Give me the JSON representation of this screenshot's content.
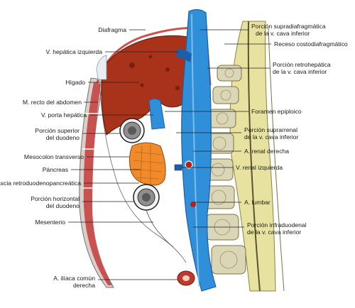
{
  "labels": {
    "diafragma": "Diafragma",
    "vena_hepatica_izquierda": "V. hepática izquierda",
    "higado": "Hígado",
    "recto_abdomen": "M. recto del abdomen",
    "porta_hepatica": "V. porta hepática",
    "duodeno_superior_1": "Porción superior",
    "duodeno_superior_2": "del duodeno",
    "mesocolon": "Mesocolon transverso",
    "pancreas": "Páncreas",
    "fascia_retro": "Fascia retroduodenopancreática",
    "duodeno_horizontal_1": "Porción horizontal",
    "duodeno_horizontal_2": "del duodeno",
    "mesenterio": "Mesenterio",
    "iliaca_1": "A. ilíaca común",
    "iliaca_2": "derecha",
    "supradiafragmatica_1": "Porción supradiafragmática",
    "supradiafragmatica_2": "de la v. cava inferior",
    "receso": "Receso costodiafragmático",
    "retrohepatica_1": "Porción retrohepática",
    "retrohepatica_2": "de la v. cava inferior",
    "foramen": "Foramen epiploico",
    "suprarrenal_1": "Porción suprarrenal",
    "suprarrenal_2": "de la v. cava inferior",
    "renal_derecha": "A. renal derecha",
    "renal_izquierda": "V. renal izquierda",
    "lumbar": "A. lumbar",
    "infraduodenal_1": "Porción infraduodenal",
    "infraduodenal_2": "de la v. cava inferior"
  },
  "colors": {
    "liver": "#a8321a",
    "vena_cava": "#2f8fd8",
    "vena_cava_dark": "#1c5fa8",
    "muscle": "#c9514f",
    "pancreas": "#f08a2a",
    "bone": "#e9e4a8",
    "artery": "#b02418"
  }
}
